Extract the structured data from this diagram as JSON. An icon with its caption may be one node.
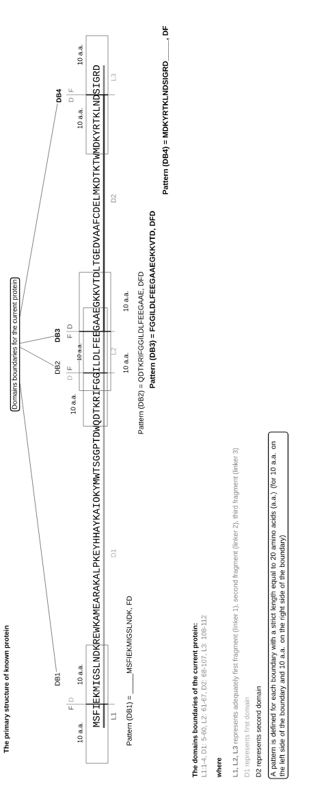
{
  "diagram": {
    "title": "The primary structure of known protein",
    "nodes": [
      {
        "text": [
          "Domains boundaries for the current protein"
        ]
      },
      {
        "text": [
          "DB1"
        ]
      },
      {
        "text": [
          "DB2"
        ]
      },
      {
        "text": [
          "DB3"
        ]
      },
      {
        "text": [
          "DB4"
        ]
      },
      {
        "text": [
          "A pattern is defined for each boundary with a strict length equal to 20 amino acids (a.a.) (for 10 a.a. on the left side of the boundary and 10 a.a. on the right side of the boundary)"
        ]
      }
    ],
    "edges": [
      {
        "from": 0,
        "to": 1,
        "arrow": "none"
      },
      {
        "from": 0,
        "to": 2,
        "arrow": "none"
      },
      {
        "from": 0,
        "to": 3,
        "arrow": "none"
      },
      {
        "from": 0,
        "to": 4,
        "arrow": "none"
      }
    ],
    "labels": [
      "MSFIEKMIGSLNDKREWKAMEARAKALPKEYHHAYKAIOKYMWTSGGPTDWQDTKRIFGGILDLFEEGAAEGKKVTDLTGEDVAAFCDELMKDTKTWMDKYRTKLNDSIGRD",
      "10 a.a.",
      "F",
      "D",
      "10 a.a.",
      "L1",
      "D1",
      "10 a.a.",
      "D",
      "F",
      "F",
      "D",
      "10 a.a.",
      "L2",
      "10 a.a.",
      "10 a.a.",
      "D2",
      "10 a.a.",
      "D",
      "F",
      "10 a.a.",
      "L3",
      "Pattern (DB1) = _____MSFIEKMIGSLNDK, FD",
      "Pattern (DB2) = QDTKRIFGGILDLFEEGAAE, DFD",
      "Pattern (DB3) = FGGILDLFEEGAAEGKKVTD, DFD",
      "Pattern (DB4) = MDKYRTKLNDSIGRD_____, DF",
      "The domains boundaries of the current protein:",
      "L1:1-4, D1: 5-60, L2: 61-67, D2: 68-107, L3: 108-112",
      "where",
      "**L1, L2, L3** represents adequately first fragment (linker 1), second fragment (linker 2), third fragment (linker 3)",
      "D1 represents first domain",
      "D2 represents second domain"
    ]
  }
}
